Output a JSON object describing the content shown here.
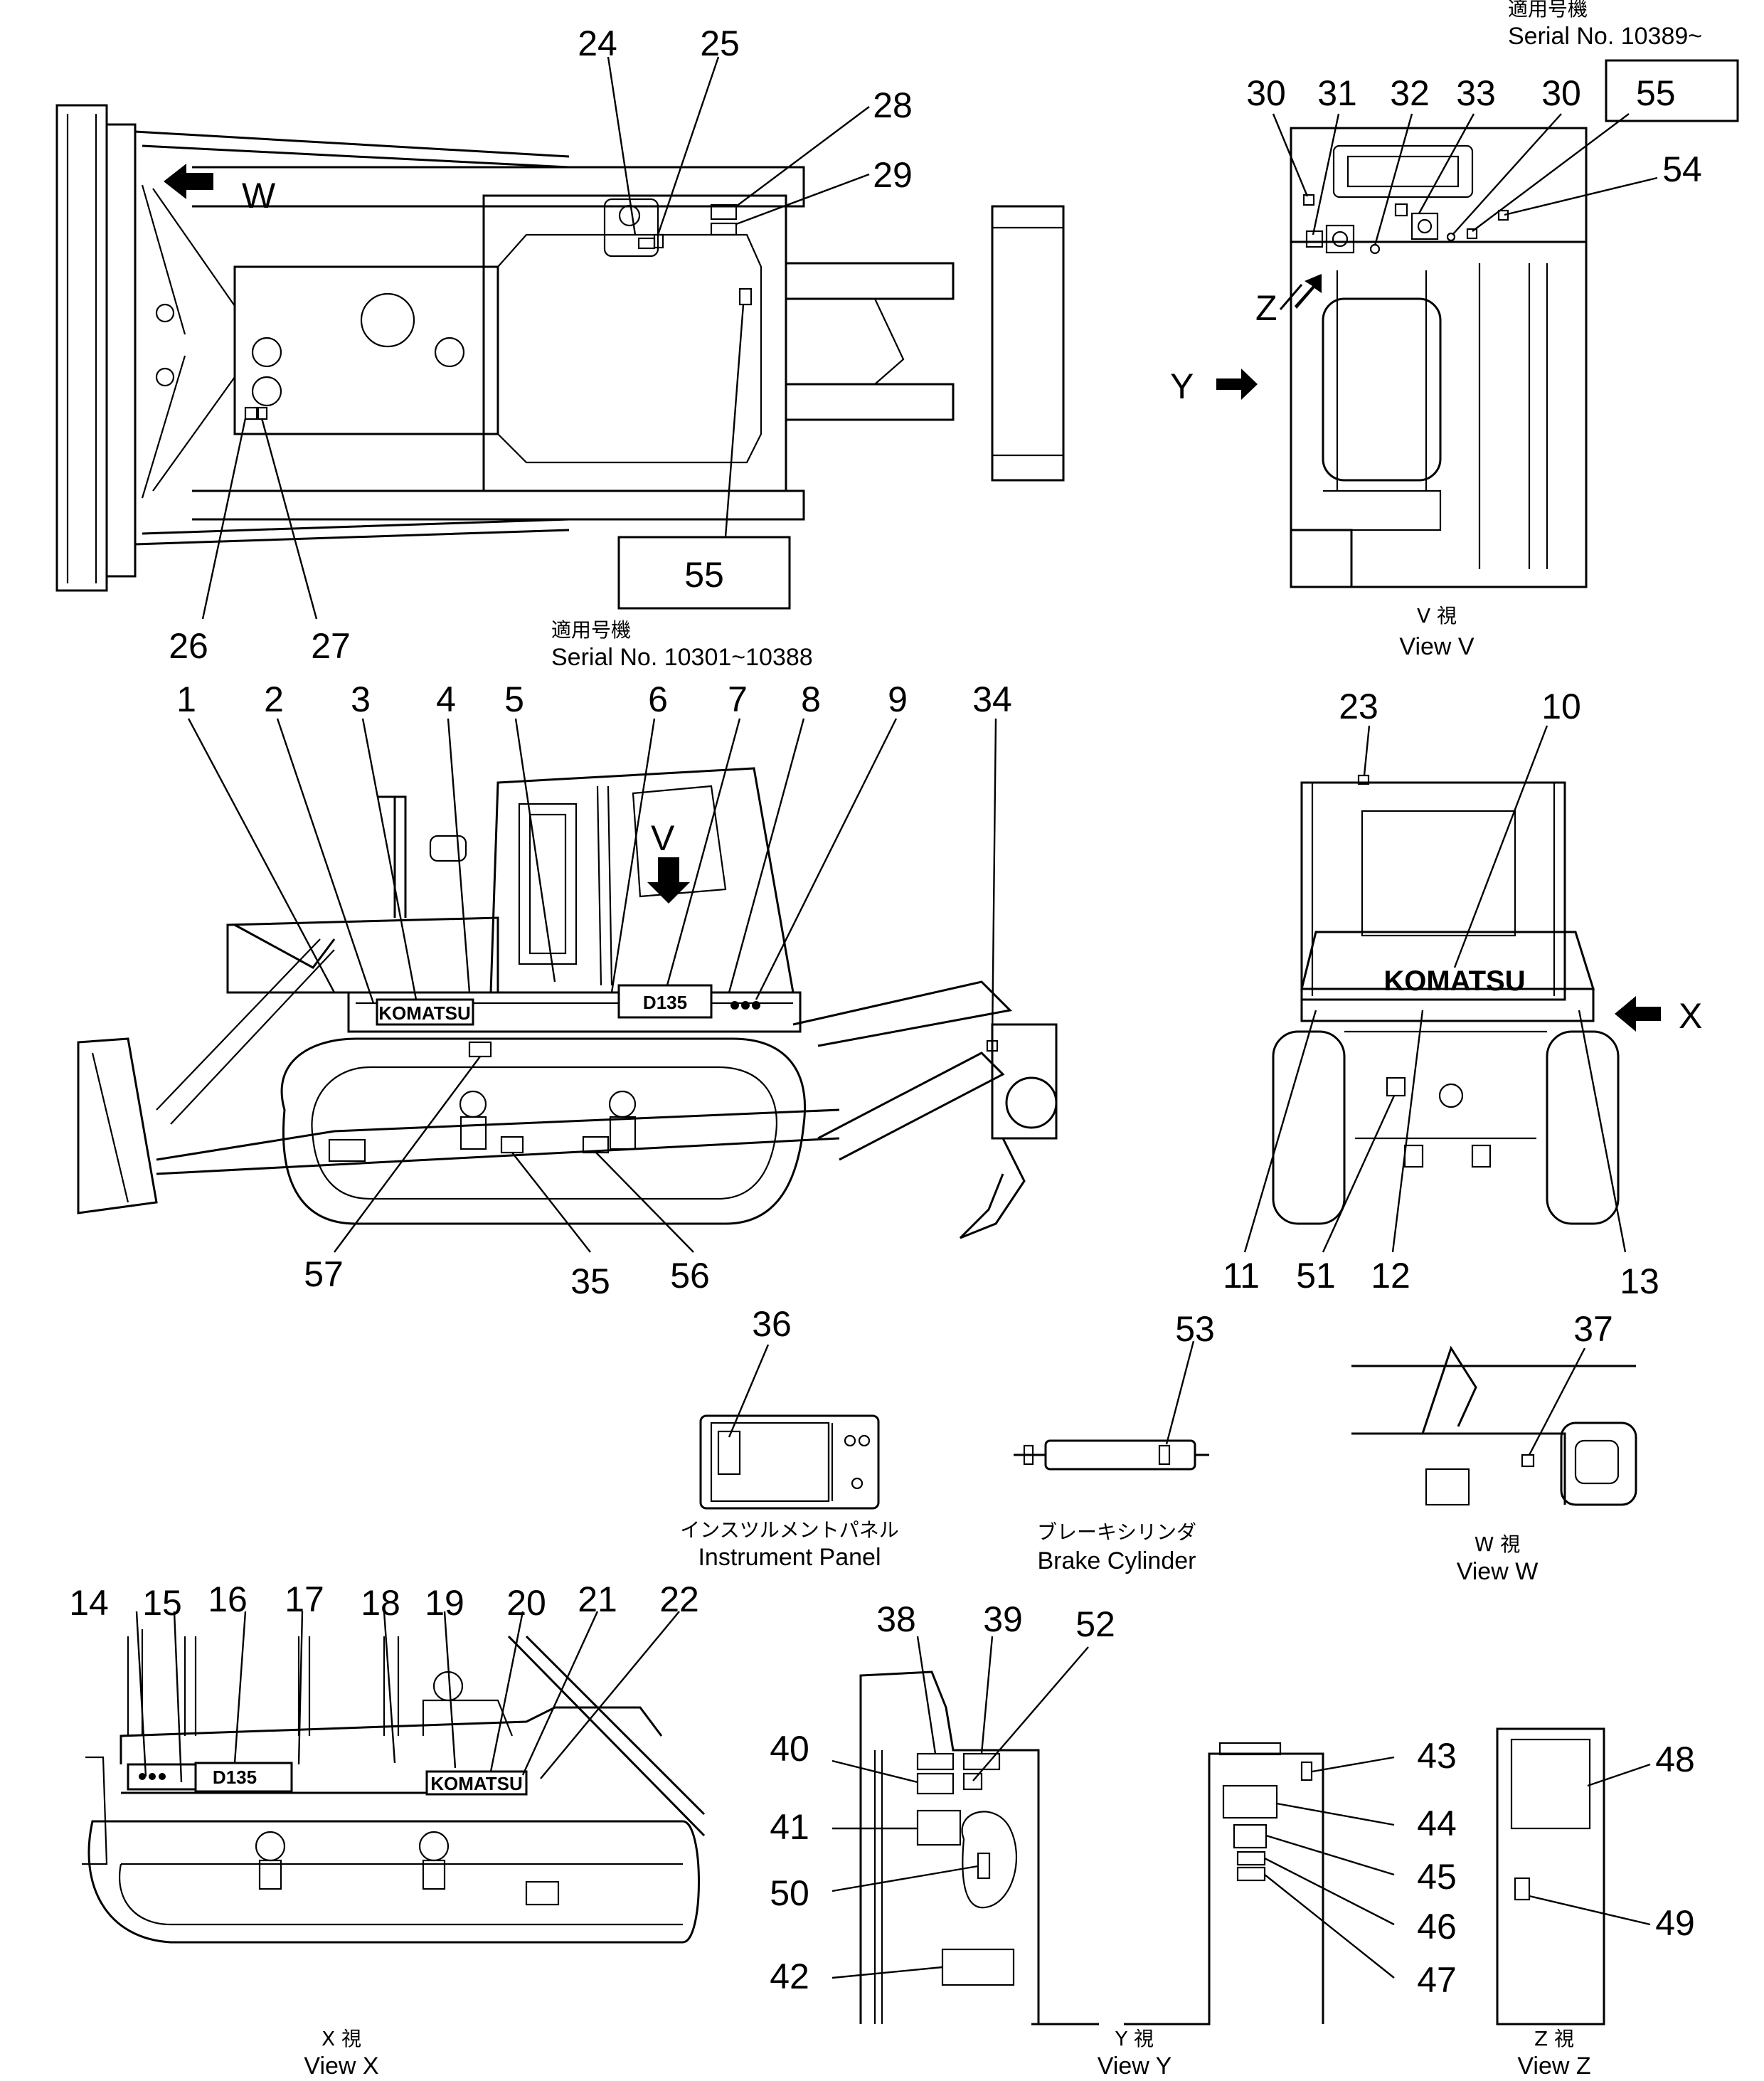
{
  "callouts": {
    "c1": "1",
    "c2": "2",
    "c3": "3",
    "c4": "4",
    "c5": "5",
    "c6": "6",
    "c7": "7",
    "c8": "8",
    "c9": "9",
    "c10": "10",
    "c11": "11",
    "c12": "12",
    "c13": "13",
    "c14": "14",
    "c15": "15",
    "c16": "16",
    "c17": "17",
    "c18": "18",
    "c19": "19",
    "c20": "20",
    "c21": "21",
    "c22": "22",
    "c23": "23",
    "c24": "24",
    "c25": "25",
    "c26": "26",
    "c27": "27",
    "c28": "28",
    "c29": "29",
    "c30": "30",
    "c31": "31",
    "c32": "32",
    "c33": "33",
    "c34": "34",
    "c35": "35",
    "c36": "36",
    "c37": "37",
    "c38": "38",
    "c39": "39",
    "c40": "40",
    "c41": "41",
    "c42": "42",
    "c43": "43",
    "c44": "44",
    "c45": "45",
    "c46": "46",
    "c47": "47",
    "c48": "48",
    "c49": "49",
    "c50": "50",
    "c51": "51",
    "c52": "52",
    "c53": "53",
    "c54": "54",
    "c55": "55",
    "c56": "56",
    "c57": "57"
  },
  "serials": {
    "applicable_jp": "適用号機",
    "serial_a": "Serial  No.  10389~",
    "serial_b": "Serial  No.  10301~10388"
  },
  "arrows": {
    "v": "V",
    "w": "W",
    "x": "X",
    "y": "Y",
    "z": "Z"
  },
  "decals": {
    "brand": "KOMATSU",
    "model": "D135"
  },
  "captions": {
    "view_v_jp": "V    視",
    "view_v": "View  V",
    "view_w_jp": "W    視",
    "view_w": "View  W",
    "view_x_jp": "X    視",
    "view_x": "View  X",
    "view_y_jp": "Y    視",
    "view_y": "View  Y",
    "view_z_jp": "Z    視",
    "view_z": "View  Z",
    "instrument_jp": "インスツルメントパネル",
    "instrument": "Instrument  Panel",
    "brake_jp": "ブレーキシリンダ",
    "brake": "Brake  Cylinder"
  }
}
